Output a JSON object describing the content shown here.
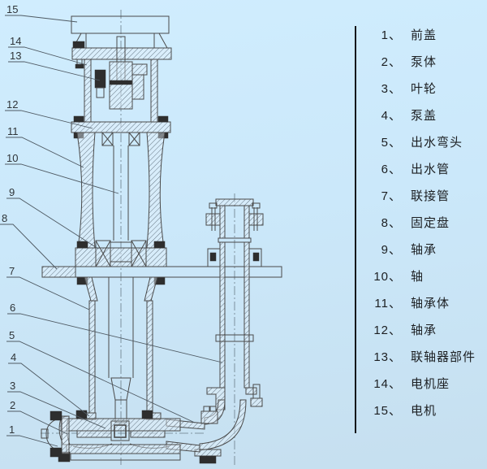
{
  "page": {
    "background_top": "#d0edfe",
    "background_bottom": "#c6dfef",
    "line_color": "#4a4a4a",
    "divider_color": "#15181b"
  },
  "drawing": {
    "subject": "vertical-pump-cross-section",
    "callouts": [
      {
        "num": "15"
      },
      {
        "num": "14"
      },
      {
        "num": "13"
      },
      {
        "num": "12"
      },
      {
        "num": "11"
      },
      {
        "num": "10"
      },
      {
        "num": "9"
      },
      {
        "num": "8"
      },
      {
        "num": "7"
      },
      {
        "num": "6"
      },
      {
        "num": "5"
      },
      {
        "num": "4"
      },
      {
        "num": "3"
      },
      {
        "num": "2"
      },
      {
        "num": "1"
      }
    ]
  },
  "legend": {
    "items": [
      {
        "no": "1、",
        "label": "前盖"
      },
      {
        "no": "2、",
        "label": "泵体"
      },
      {
        "no": "3、",
        "label": "叶轮"
      },
      {
        "no": "4、",
        "label": "泵盖"
      },
      {
        "no": "5、",
        "label": "出水弯头"
      },
      {
        "no": "6、",
        "label": "出水管"
      },
      {
        "no": "7、",
        "label": "联接管"
      },
      {
        "no": "8、",
        "label": "固定盘"
      },
      {
        "no": "9、",
        "label": "轴承"
      },
      {
        "no": "10、",
        "label": "轴"
      },
      {
        "no": "11、",
        "label": "轴承体"
      },
      {
        "no": "12、",
        "label": "轴承"
      },
      {
        "no": "13、",
        "label": "联轴器部件"
      },
      {
        "no": "14、",
        "label": "电机座"
      },
      {
        "no": "15、",
        "label": "电机"
      }
    ]
  }
}
